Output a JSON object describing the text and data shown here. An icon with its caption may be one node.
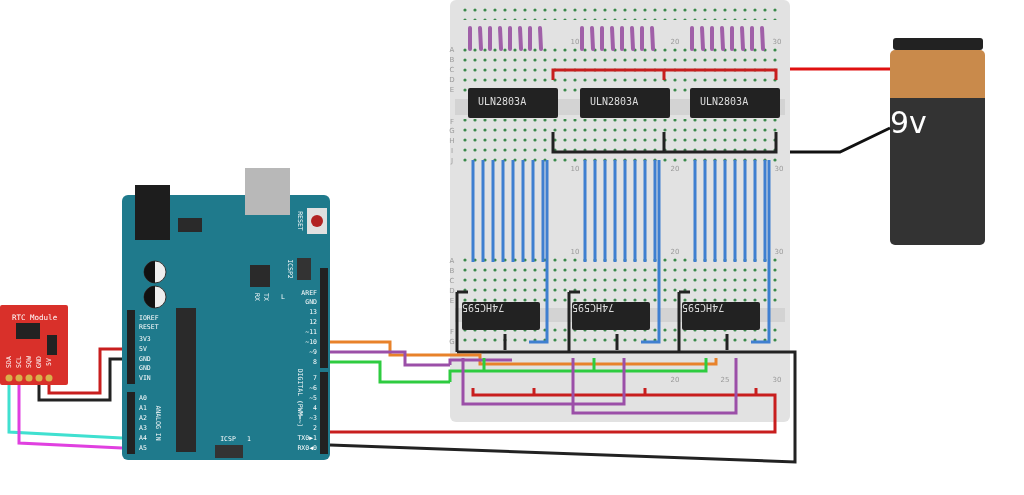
{
  "diagram": {
    "nodes": [
      {
        "text": [
          "RTC Module"
        ]
      },
      {
        "text": [],
        "shape": "box"
      },
      {
        "text": [],
        "shape": "box"
      },
      {
        "text": [
          "ULN2803A"
        ],
        "in": 2
      },
      {
        "text": [
          "ULN2803A"
        ],
        "in": 2
      },
      {
        "text": [
          "ULN2803A"
        ],
        "in": 2
      },
      {
        "text": [
          "74HC595"
        ],
        "in": 2
      },
      {
        "text": [
          "74HC595"
        ],
        "in": 2
      },
      {
        "text": [
          "74HC595"
        ],
        "in": 2
      },
      {
        "text": [
          "9v"
        ]
      }
    ],
    "edges": [
      {
        "from": 0,
        "to": 1,
        "arrow": "none",
        "color": "#40e0d0"
      },
      {
        "from": 0,
        "to": 1,
        "arrow": "none",
        "color": "#e040e0"
      },
      {
        "from": 0,
        "to": 1,
        "arrow": "none",
        "color": "#222222"
      },
      {
        "from": 0,
        "to": 1,
        "arrow": "none",
        "color": "#c81e1e"
      },
      {
        "from": 1,
        "to": 2,
        "arrow": "none",
        "color": "#e8822a"
      },
      {
        "from": 1,
        "to": 2,
        "arrow": "none",
        "color": "#9b4fa8"
      },
      {
        "from": 1,
        "to": 2,
        "arrow": "none",
        "color": "#2ecc40"
      },
      {
        "from": 1,
        "to": 2,
        "arrow": "none",
        "color": "#c81e1e"
      },
      {
        "from": 1,
        "to": 2,
        "arrow": "none",
        "color": "#222222"
      },
      {
        "from": 9,
        "to": 2,
        "arrow": "none",
        "color": "#e01010"
      },
      {
        "from": 9,
        "to": 2,
        "arrow": "none",
        "color": "#111111"
      }
    ],
    "labels": [
      "10",
      "20",
      "30",
      "A",
      "B",
      "C",
      "D",
      "E",
      "F",
      "G",
      "H",
      "I",
      "J",
      "10",
      "20",
      "30",
      "10",
      "20",
      "30",
      "A",
      "B",
      "C",
      "D",
      "E",
      "F",
      "G",
      "20",
      "25",
      "30",
      "RESET",
      "ICSP2",
      "RX",
      "TX",
      "L",
      "AREF",
      "GND",
      "13",
      "12",
      "~11",
      "~10",
      "~9",
      "8",
      "7",
      "~6",
      "~5",
      "4",
      "~3",
      "2",
      "TX0▶1",
      "RX0◀0",
      "IOREF",
      "RESET",
      "3V3",
      "5V",
      "GND",
      "GND",
      "VIN",
      "A0",
      "A1",
      "A2",
      "A3",
      "A4",
      "A5",
      "DIGITAL (PWM=~)",
      "ANALOG IN",
      "ICSP",
      "1",
      "SDA",
      "SCL",
      "SQW",
      "GND",
      "5V"
    ]
  }
}
